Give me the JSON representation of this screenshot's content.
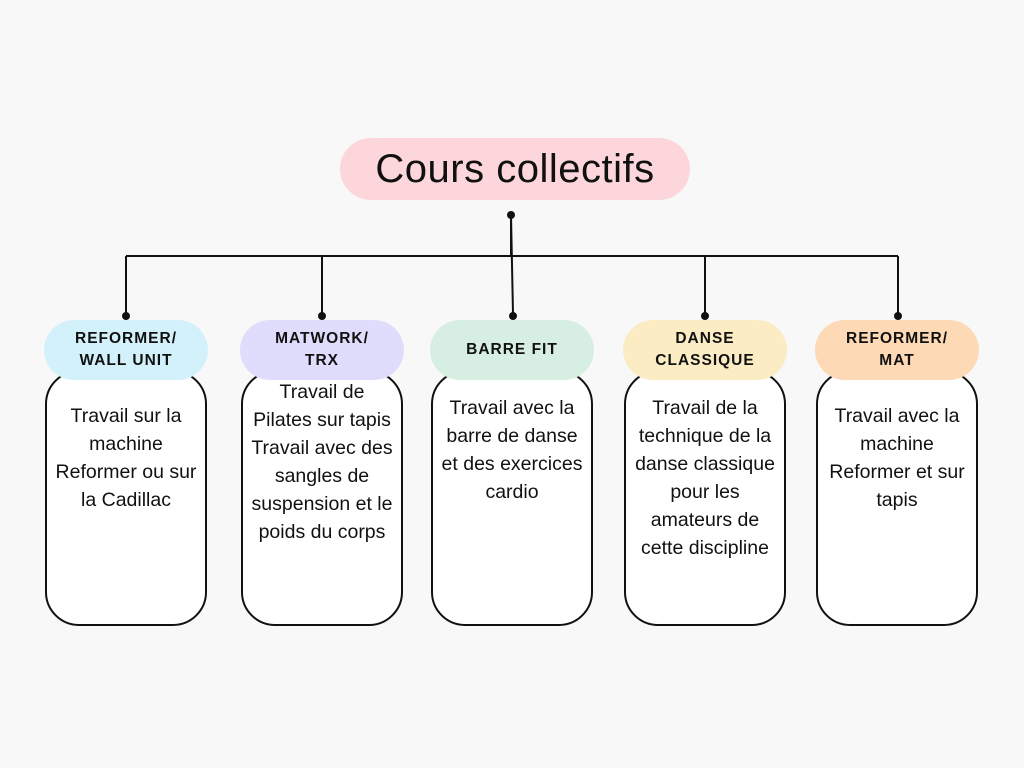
{
  "title": "Cours collectifs",
  "colors": {
    "background": "#f8f8f8",
    "title_pill": "#fcd6da",
    "line": "#111111"
  },
  "categories": [
    {
      "label_lines": [
        "REFORMER/",
        "WALL UNIT"
      ],
      "color": "#d3f1fb",
      "description": "Travail sur la machine Reformer ou sur la Cadillac"
    },
    {
      "label_lines": [
        "MATWORK/",
        "TRX"
      ],
      "color": "#dfddfb",
      "description": "Travail de Pilates sur tapis Travail avec des sangles de suspension et le poids du corps"
    },
    {
      "label_lines": [
        "BARRE FIT"
      ],
      "color": "#d6efe2",
      "description": "Travail avec la barre de danse et des exercices cardio"
    },
    {
      "label_lines": [
        "DANSE",
        "CLASSIQUE"
      ],
      "color": "#fcecc4",
      "description": "Travail de la technique de la danse classique pour les amateurs de cette discipline"
    },
    {
      "label_lines": [
        "REFORMER/",
        "MAT"
      ],
      "color": "#fdd9b6",
      "description": "Travail avec la machine Reformer et sur tapis"
    }
  ]
}
